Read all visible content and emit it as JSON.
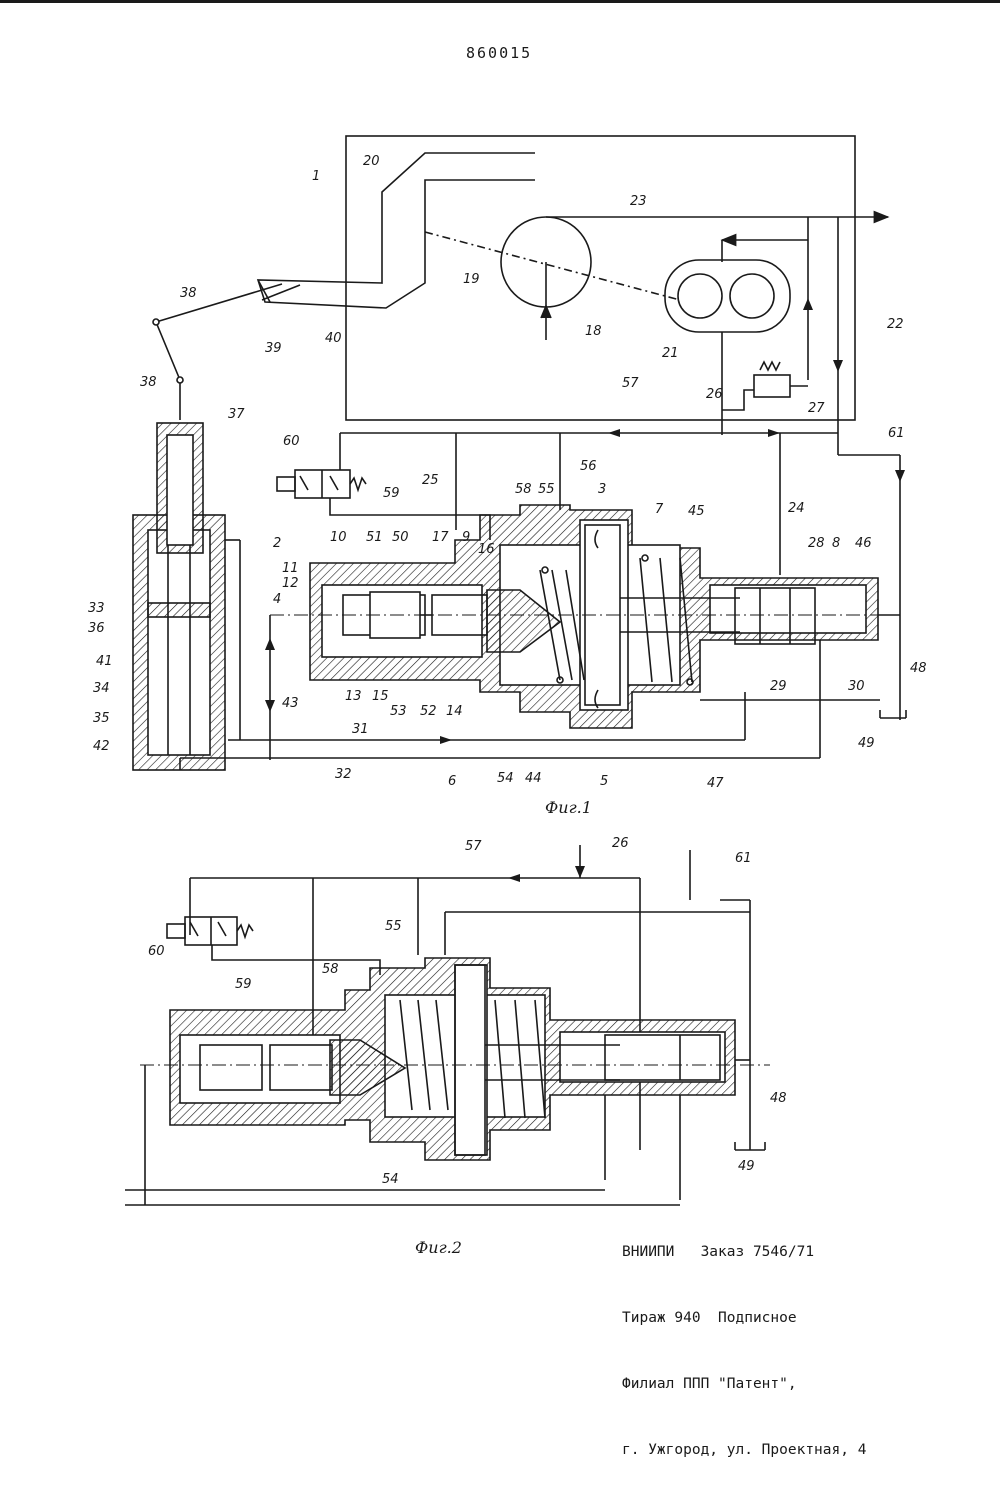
{
  "patent_number": "860015",
  "figures": {
    "fig1_caption": "Фиг.1",
    "fig2_caption": "Фиг.2"
  },
  "fig1_labels": [
    "1",
    "20",
    "23",
    "19",
    "18",
    "21",
    "22",
    "38",
    "39",
    "40",
    "38",
    "37",
    "60",
    "59",
    "25",
    "57",
    "26",
    "27",
    "61",
    "56",
    "58",
    "55",
    "3",
    "7",
    "45",
    "24",
    "28",
    "8",
    "46",
    "2",
    "10",
    "51",
    "50",
    "17",
    "9",
    "16",
    "11",
    "12",
    "4",
    "33",
    "36",
    "41",
    "34",
    "35",
    "42",
    "43",
    "31",
    "32",
    "13",
    "15",
    "53",
    "52",
    "14",
    "6",
    "54",
    "44",
    "5",
    "47",
    "29",
    "30",
    "48",
    "49"
  ],
  "fig2_labels": [
    "57",
    "26",
    "61",
    "55",
    "60",
    "59",
    "58",
    "48",
    "54",
    "49"
  ],
  "imprint": {
    "line1": "ВНИИПИ   Заказ 7546/71",
    "line2": "Тираж 940  Подписное",
    "line3": "Филиал ППП \"Патент\",",
    "line4": "г. Ужгород, ул. Проектная, 4"
  }
}
